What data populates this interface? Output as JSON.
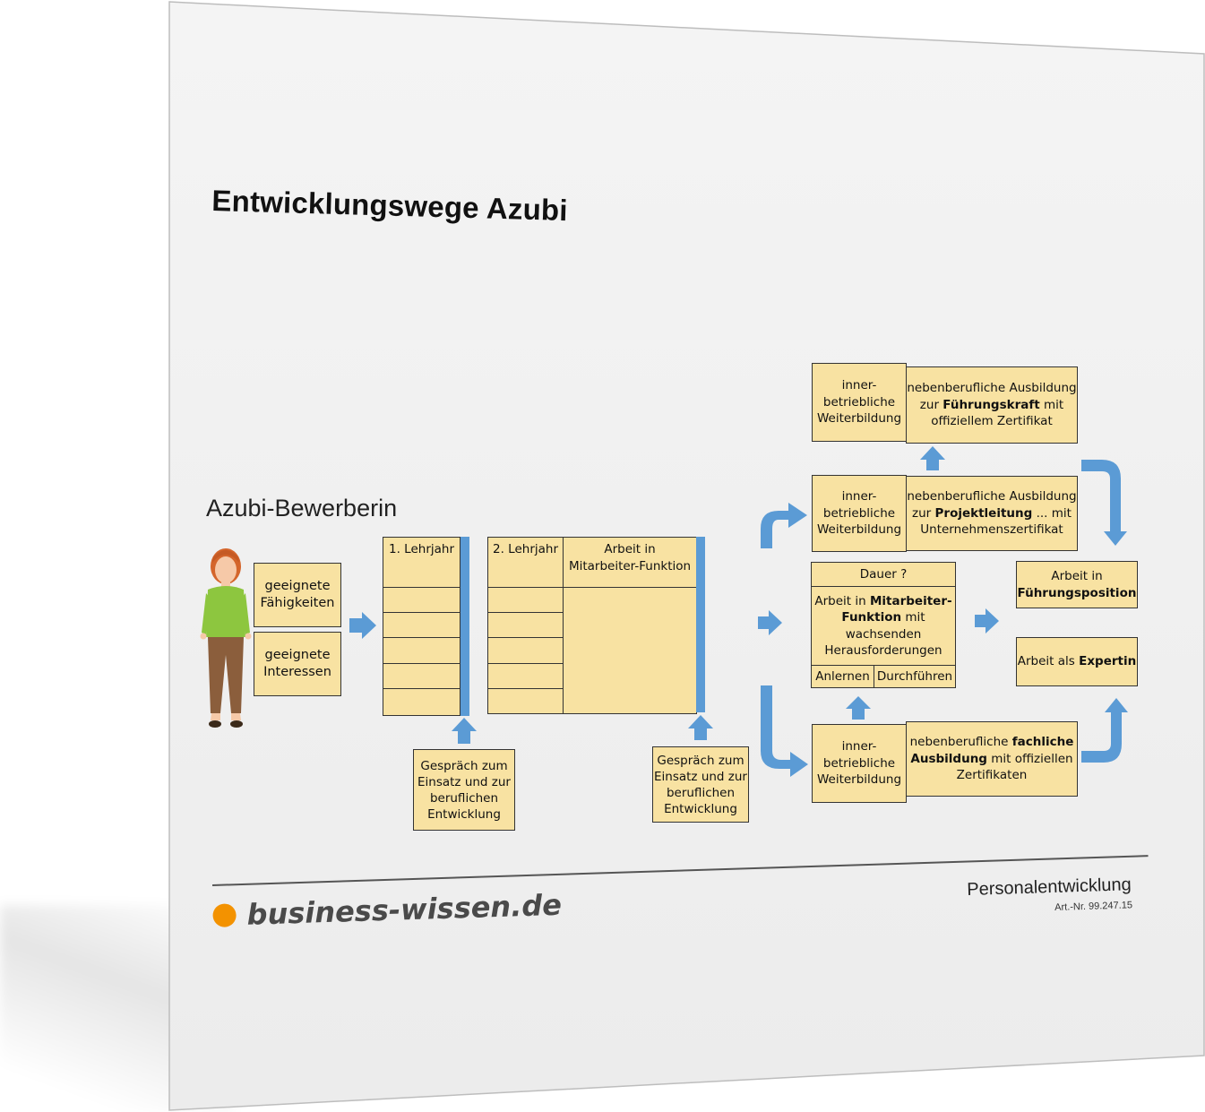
{
  "title": "Entwicklungswege Azubi",
  "subtitle": "Azubi-Bewerberin",
  "input_boxes": {
    "skills": [
      "geeignete",
      "Fähigkeiten"
    ],
    "interests": [
      "geeignete",
      "Interessen"
    ]
  },
  "year1": {
    "header": "1. Lehrjahr"
  },
  "year2": {
    "header": "2. Lehrjahr",
    "work_header": [
      "Arbeit in",
      "Mitarbeiter-Funktion"
    ]
  },
  "talk_box": [
    "Gespräch zum",
    "Einsatz und zur",
    "beruflichen",
    "Entwicklung"
  ],
  "center": {
    "duration": "Dauer ?",
    "work": [
      "Arbeit in ",
      "Mitarbeiter-",
      "Funktion",
      " mit",
      "wachsenden",
      "Herausforderungen"
    ],
    "learn": "Anlernen",
    "execute": "Durchführen"
  },
  "training_internal": [
    "inner-",
    "betriebliche",
    "Weiterbildung"
  ],
  "top_right": {
    "line1": "nebenberufliche Ausbildung",
    "line2_pre": "zur ",
    "line2_bold": "Führungskraft",
    "line2_post": " mit",
    "line3": "offiziellem Zertifikat"
  },
  "mid_right": {
    "line1": "nebenberufliche Ausbildung",
    "line2_pre": "zur ",
    "line2_bold": "Projektleitung",
    "line2_post": " ... mit",
    "line3": "Unternehmenszertifikat"
  },
  "bottom_right": {
    "line1_pre": "nebenberufliche ",
    "line1_bold": "fachliche",
    "line2_bold": "Ausbildung",
    "line2_post": " mit offiziellen",
    "line3": "Zertifikaten"
  },
  "leadership": {
    "line1": "Arbeit in",
    "line2": "Führungsposition"
  },
  "expert": {
    "pre": "Arbeit als ",
    "bold": "Expertin"
  },
  "footer": {
    "brand": "business-wissen.de",
    "category": "Personalentwicklung",
    "artnr": "Art.-Nr. 99.247.15"
  },
  "colors": {
    "box_fill": "#f8e2a2",
    "arrow": "#5b9bd5",
    "brand_dot": "#f39200"
  }
}
